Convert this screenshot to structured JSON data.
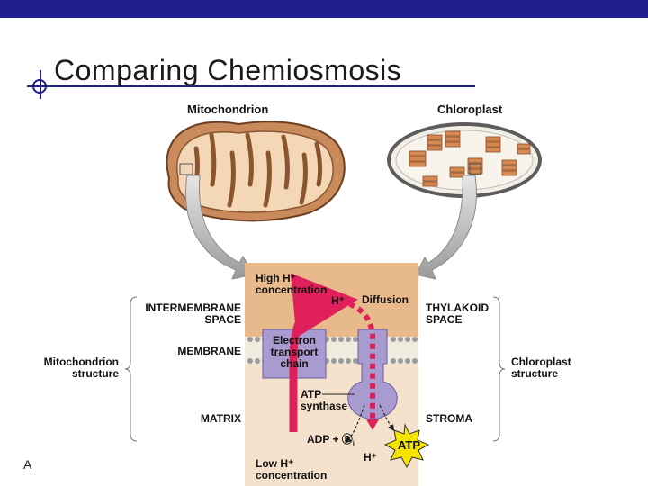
{
  "slide": {
    "title": "Comparing Chemiosmosis",
    "footer_letter": "A"
  },
  "diagram": {
    "organelle_left": "Mitochondrion",
    "organelle_right": "Chloroplast",
    "left_labels": {
      "intermembrane": [
        "INTERMEMBRANE",
        "SPACE"
      ],
      "membrane": "MEMBRANE",
      "matrix": "MATRIX",
      "structure": [
        "Mitochondrion",
        "structure"
      ]
    },
    "right_labels": {
      "thylakoid": [
        "THYLAKOID",
        "SPACE"
      ],
      "stroma": "STROMA",
      "structure": [
        "Chloroplast",
        "structure"
      ]
    },
    "center_labels": {
      "high_h": [
        "High H⁺",
        "concentration"
      ],
      "h_plus_top": "H⁺",
      "diffusion": "Diffusion",
      "etc": [
        "Electron",
        "transport",
        "chain"
      ],
      "atp_synthase": [
        "ATP",
        "synthase"
      ],
      "adp_pi": "ADP + Ⓟ",
      "pi_sub": "i",
      "atp": "ATP",
      "h_plus_bottom": "H⁺",
      "low_h": [
        "Low H⁺",
        "concentration"
      ]
    },
    "colors": {
      "top_band": "#1f1f8f",
      "intermembrane": "#e8b98a",
      "matrix": "#f4e2cc",
      "etc_box": "#a89bd0",
      "synthase": "#a89bd0",
      "h_arrow": "#e0205a",
      "atp_star": "#f5e400",
      "arrows_gray": "#b8b8b8"
    }
  }
}
